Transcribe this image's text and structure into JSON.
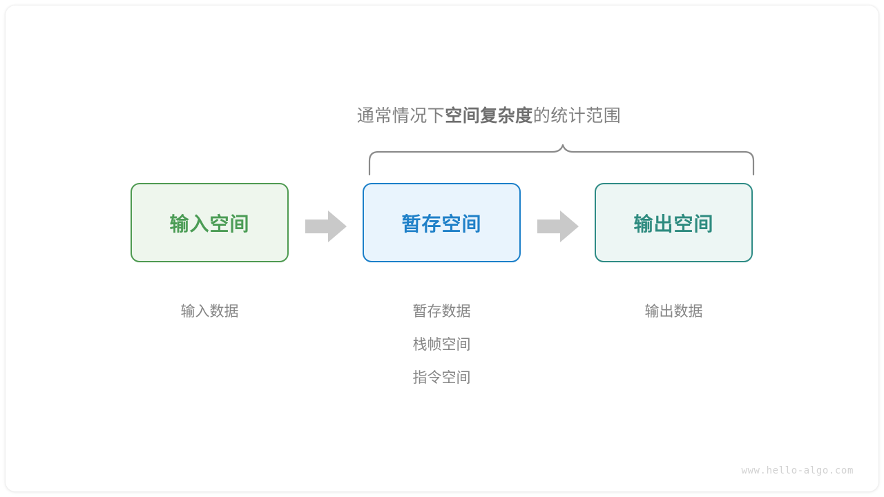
{
  "page": {
    "background": "#ffffff",
    "canvas_background": "#ffffff"
  },
  "annotation": {
    "prefix": "通常情况下",
    "emphasis": "空间复杂度",
    "suffix": "的统计范围",
    "color": "#808080",
    "brace_icon": "curly-brace-up"
  },
  "flow": {
    "boxes": [
      {
        "label": "输入空间",
        "text_color": "#4b9c55",
        "border_color": "#4e9a51",
        "fill_color": "#eef6ed"
      },
      {
        "label": "暂存空间",
        "text_color": "#1f80c8",
        "border_color": "#1b7fc9",
        "fill_color": "#e9f4fd"
      },
      {
        "label": "输出空间",
        "text_color": "#2e8b7f",
        "border_color": "#2e8b85",
        "fill_color": "#edf6f4"
      }
    ],
    "arrows": [
      {
        "icon": "right-arrow-icon",
        "color": "#c9c9c9"
      },
      {
        "icon": "right-arrow-icon",
        "color": "#c9c9c9"
      }
    ],
    "captions": [
      {
        "lines": [
          "输入数据"
        ]
      },
      {
        "lines": [
          "暂存数据",
          "栈帧空间",
          "指令空间"
        ]
      },
      {
        "lines": [
          "输出数据"
        ]
      }
    ],
    "caption_color": "#868686"
  },
  "watermark": {
    "text": "www.hello-algo.com",
    "color": "#d2d2d2"
  }
}
